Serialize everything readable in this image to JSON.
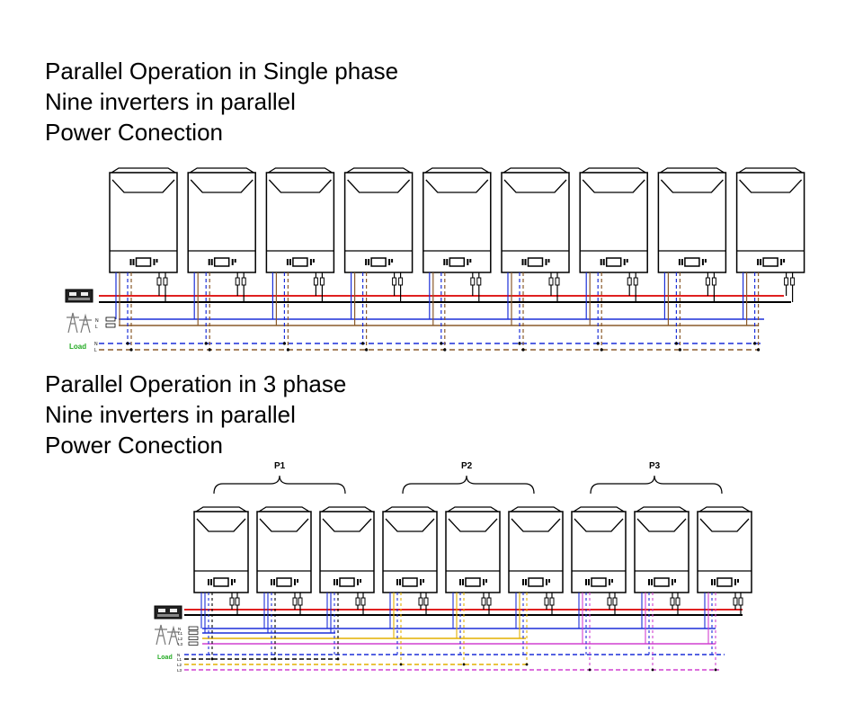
{
  "single_phase": {
    "title_lines": [
      "Parallel Operation in Single phase",
      "Nine inverters in parallel",
      "Power Conection"
    ],
    "inverter_count": 9,
    "grid_labels": [
      "N",
      "L"
    ],
    "load_label": "Load",
    "load_line_labels": [
      "N",
      "L"
    ]
  },
  "three_phase": {
    "title_lines": [
      "Parallel Operation in 3 phase",
      "Nine inverters in parallel",
      "Power Conection"
    ],
    "inverter_count": 9,
    "group_labels": [
      "P1",
      "P2",
      "P3"
    ],
    "grid_labels": [
      "N",
      "L1",
      "L2",
      "L3"
    ],
    "load_label": "Load",
    "load_line_labels": [
      "N",
      "L1",
      "L2",
      "L3"
    ]
  },
  "colors": {
    "battery_pos": "#e02020",
    "battery_neg": "#000000",
    "neutral": "#1c2fd8",
    "line1": "#8a5a2a",
    "l1_3ph": "#1c2fd8",
    "l2_3ph": "#e3b000",
    "l3_3ph": "#d040d0",
    "load_label": "#22aa22"
  }
}
